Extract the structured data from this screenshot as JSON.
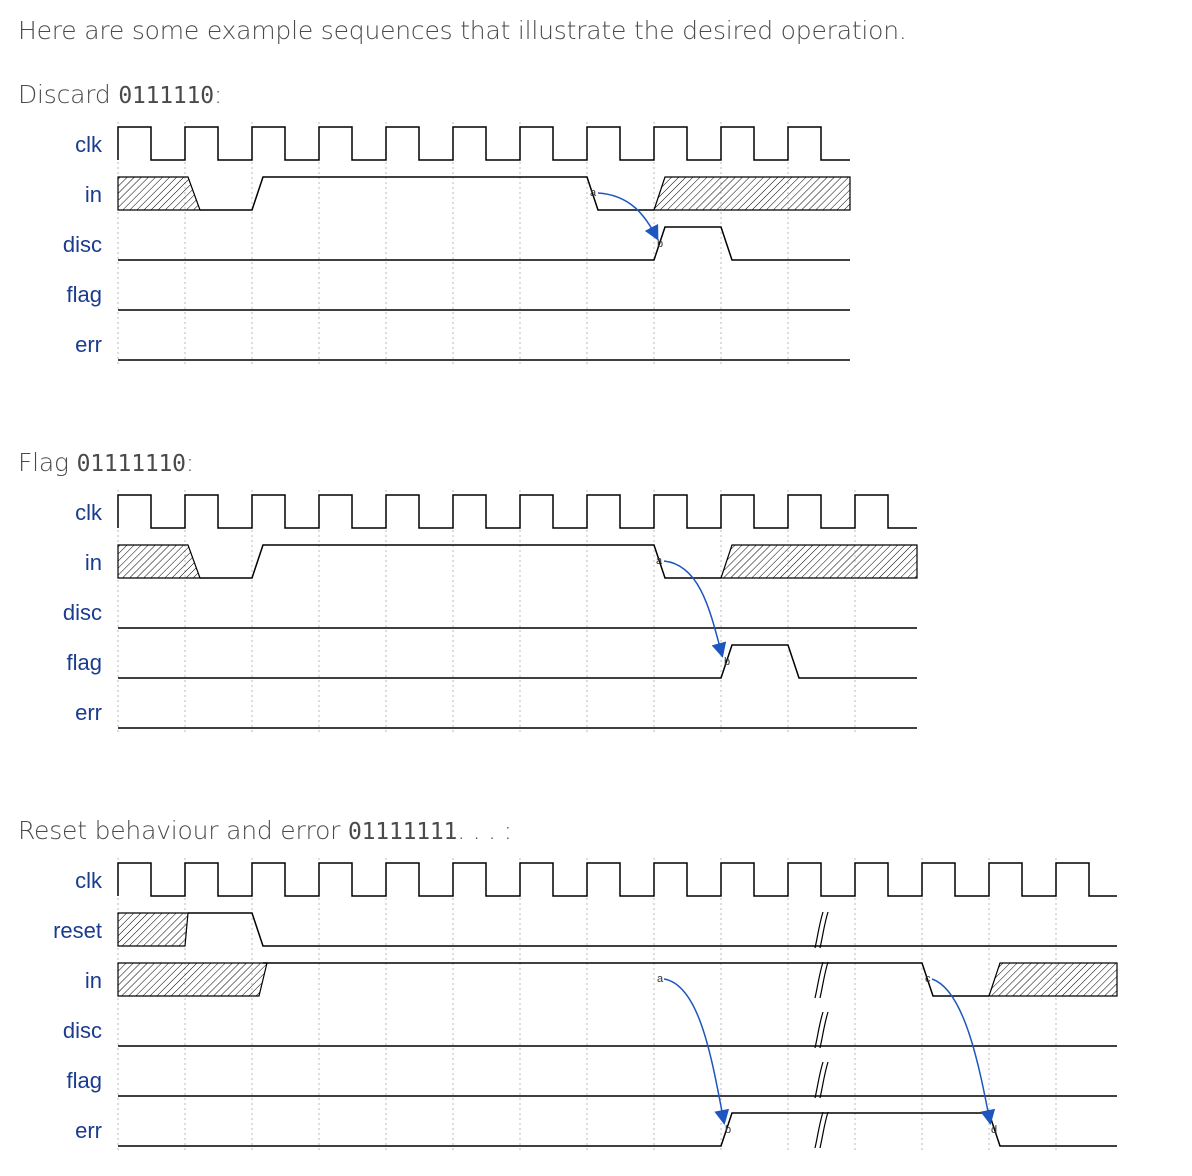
{
  "intro": "Here are some example sequences that illustrate the desired operation.",
  "diagrams": [
    {
      "id": "discard",
      "title_text": "Discard ",
      "title_code": "0111110",
      "title_suffix": ":",
      "cycles": 11,
      "signals": [
        {
          "name": "clk"
        },
        {
          "name": "in"
        },
        {
          "name": "disc"
        },
        {
          "name": "flag"
        },
        {
          "name": "err"
        }
      ],
      "annotations": [
        "a",
        "b"
      ]
    },
    {
      "id": "flag",
      "title_text": "Flag ",
      "title_code": "01111110",
      "title_suffix": ":",
      "cycles": 12,
      "signals": [
        {
          "name": "clk"
        },
        {
          "name": "in"
        },
        {
          "name": "disc"
        },
        {
          "name": "flag"
        },
        {
          "name": "err"
        }
      ],
      "annotations": [
        "a",
        "b"
      ]
    },
    {
      "id": "reset-error",
      "title_text": "Reset behaviour and error ",
      "title_code": "01111111",
      "title_suffix": ". . . :",
      "cycles": 15,
      "signals": [
        {
          "name": "clk"
        },
        {
          "name": "reset"
        },
        {
          "name": "in"
        },
        {
          "name": "disc"
        },
        {
          "name": "flag"
        },
        {
          "name": "err"
        }
      ],
      "annotations": [
        "a",
        "b",
        "c",
        "d"
      ]
    }
  ],
  "colors": {
    "arrow": "#1e56c0",
    "label": "#1a3b8f",
    "grid": "#bbbbbb",
    "wave": "#000000"
  }
}
